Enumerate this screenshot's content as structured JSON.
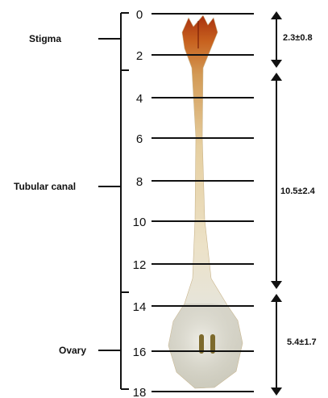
{
  "regions": [
    {
      "label": "Stigma"
    },
    {
      "label": "Tubular canal"
    },
    {
      "label": "Ovary"
    }
  ],
  "scale": {
    "ticks": [
      "0",
      "2",
      "4",
      "6",
      "8",
      "10",
      "12",
      "14",
      "16",
      "18"
    ]
  },
  "measurements": [
    {
      "label": "2.3±0.8"
    },
    {
      "label": "10.5±2.4"
    },
    {
      "label": "5.4±1.7"
    }
  ],
  "colors": {
    "ink": "#111111",
    "stigma": "#b03a12",
    "canal": "#e6d3a8",
    "ovary": "#e4e2d6"
  }
}
